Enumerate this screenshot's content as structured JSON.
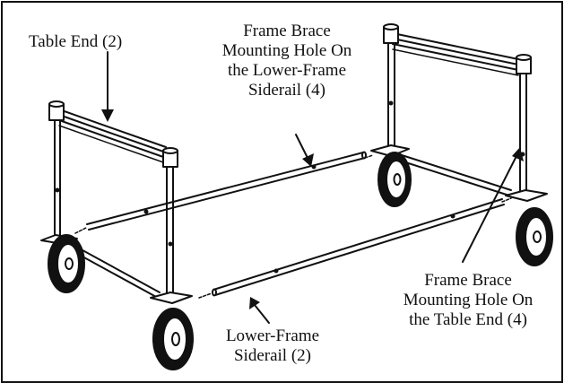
{
  "labels": {
    "table_end": "Table End (2)",
    "brace_hole_siderail": [
      "Frame Brace",
      "Mounting Hole On",
      "the Lower-Frame",
      "Siderail (4)"
    ],
    "brace_hole_table_end": [
      "Frame Brace",
      "Mounting Hole On",
      "the Table End (4)"
    ],
    "lower_siderail": [
      "Lower-Frame",
      "Siderail (2)"
    ]
  }
}
